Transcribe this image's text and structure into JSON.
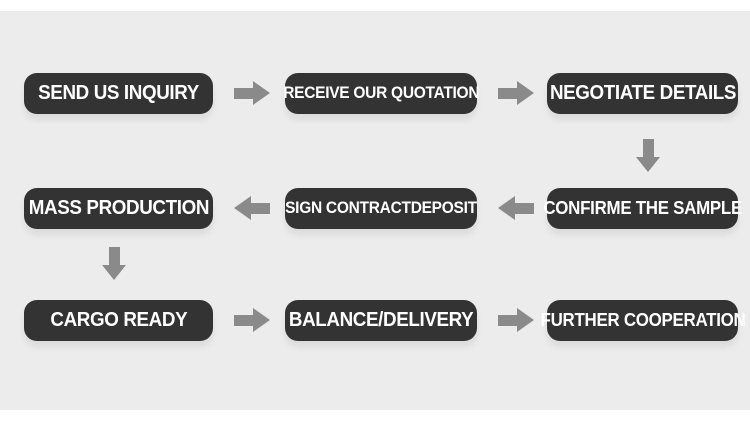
{
  "colors": {
    "page_bg": "#ffffff",
    "panel_bg": "#ececec",
    "box_bg": "#333333",
    "box_text": "#ffffff",
    "arrow": "#8a8a8a"
  },
  "icons": {
    "right_arrow": "arrow-right-icon",
    "left_arrow": "arrow-left-icon",
    "down_arrow": "arrow-down-icon"
  },
  "flow": {
    "rows": [
      {
        "direction": "right",
        "steps": [
          {
            "label": "SEND US INQUIRY"
          },
          {
            "label": "RECEIVE OUR QUOTATION"
          },
          {
            "label": "NEGOTIATE DETAILS"
          }
        ]
      },
      {
        "direction": "left",
        "steps": [
          {
            "label": "MASS PRODUCTION"
          },
          {
            "label": "SIGN CONTRACTDEPOSIT"
          },
          {
            "label": "CONFIRME THE SAMPLE"
          }
        ]
      },
      {
        "direction": "right",
        "steps": [
          {
            "label": "CARGO READY"
          },
          {
            "label": "BALANCE/DELIVERY"
          },
          {
            "label": "FURTHER COOPERATION"
          }
        ]
      }
    ],
    "down_arrows": [
      {
        "after_step": "NEGOTIATE DETAILS"
      },
      {
        "after_step": "MASS PRODUCTION"
      }
    ]
  }
}
